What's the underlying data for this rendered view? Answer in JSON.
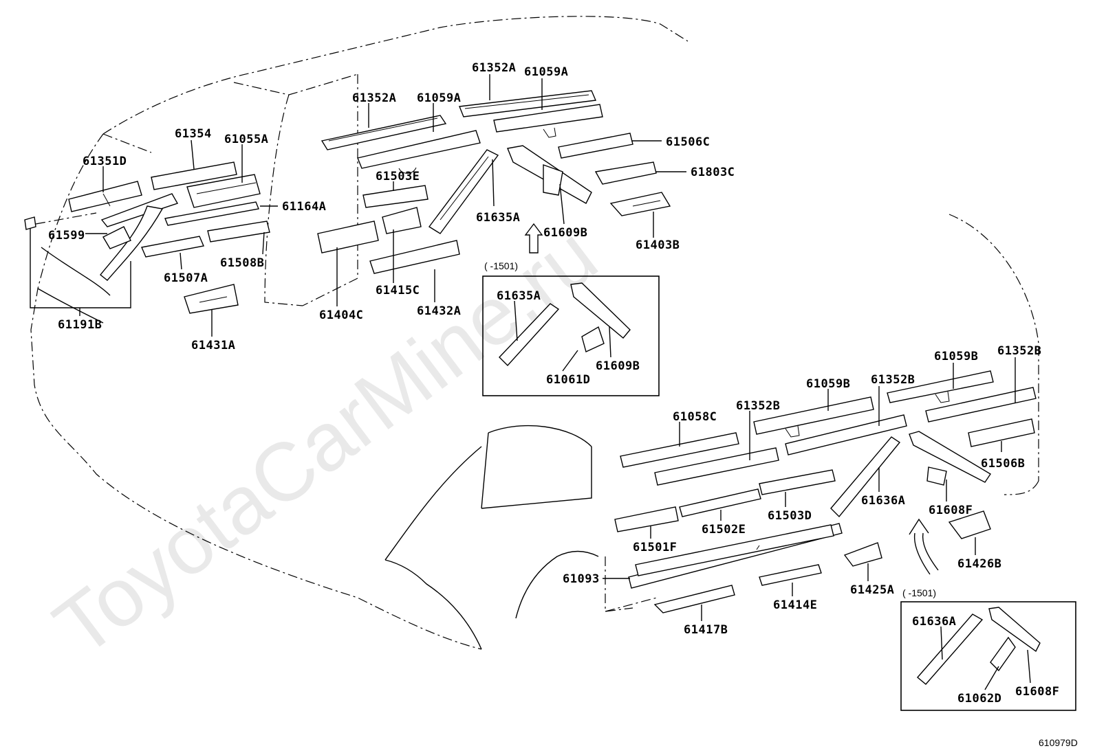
{
  "watermark": "ToyotaCarMine.ru",
  "diagram_code": "610979D",
  "inset_labels": [
    "( -1501)",
    "( -1501)"
  ],
  "colors": {
    "line": "#000000",
    "watermark": "#d8d8d8",
    "background": "#ffffff"
  },
  "labels": {
    "l61352A_a": "61352A",
    "l61059A_a": "61059A",
    "l61352A_b": "61352A",
    "l61059A_b": "61059A",
    "l61354": "61354",
    "l61055A": "61055A",
    "l61351D": "61351D",
    "l61503E": "61503E",
    "l61506C": "61506C",
    "l61803C": "61803C",
    "l61164A": "61164A",
    "l61599": "61599",
    "l61635A": "61635A",
    "l61609B": "61609B",
    "l61403B": "61403B",
    "l61508B": "61508B",
    "l61507A": "61507A",
    "l61415C": "61415C",
    "l61191B": "61191B",
    "l61404C": "61404C",
    "l61432A": "61432A",
    "l61431A": "61431A",
    "l61635A_i": "61635A",
    "l61609B_i": "61609B",
    "l61061D": "61061D",
    "l61059B_a": "61059B",
    "l61352B_a": "61352B",
    "l61059B_b": "61059B",
    "l61352B_b": "61352B",
    "l61058C": "61058C",
    "l61352B_c": "61352B",
    "l61506B": "61506B",
    "l61636A": "61636A",
    "l61608F": "61608F",
    "l61503D": "61503D",
    "l61502E": "61502E",
    "l61501F": "61501F",
    "l61426B": "61426B",
    "l61093": "61093",
    "l61425A": "61425A",
    "l61414E": "61414E",
    "l61417B": "61417B",
    "l61636A_i": "61636A",
    "l61062D": "61062D",
    "l61608F_i": "61608F"
  }
}
